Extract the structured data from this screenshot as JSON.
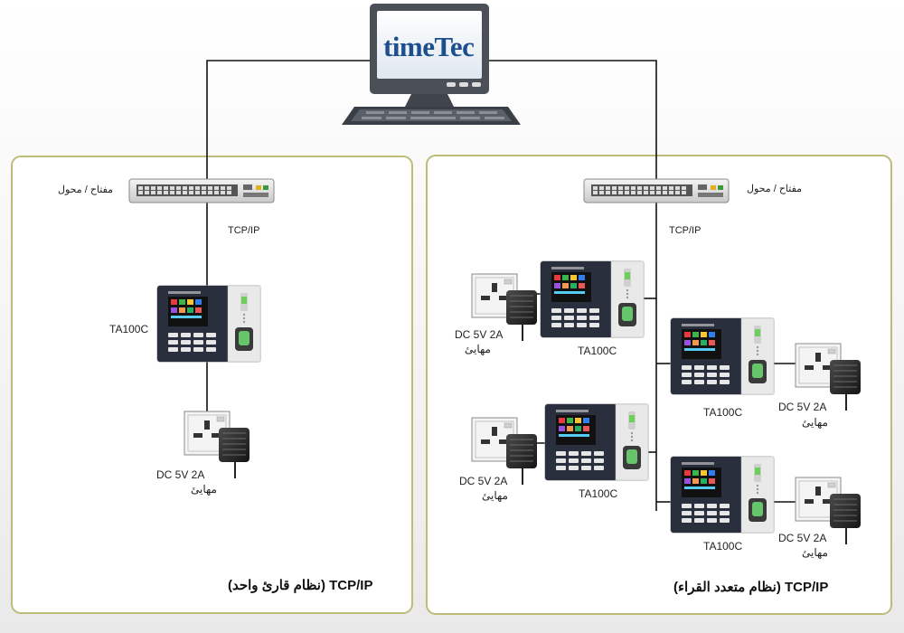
{
  "brand": {
    "part1": "time",
    "part2": "Tec"
  },
  "switch_label": "مفتاح / محول",
  "protocol_label": "TCP/IP",
  "device_model": "TA100C",
  "adapter_spec": "DC 5V 2A",
  "adapter_name": "مهايئ",
  "single_system": {
    "title_en": "TCP/IP",
    "title_ar": "(نظام قارئ واحد)"
  },
  "multi_system": {
    "title_en": "TCP/IP",
    "title_ar": "(نظام متعدد القراء)"
  },
  "colors": {
    "panel_border": "#bdbc7a",
    "line": "#111111",
    "device_dark": "#2a2f3e",
    "monitor": "#4a4f58",
    "brand_blue": "#1d4f8f"
  }
}
